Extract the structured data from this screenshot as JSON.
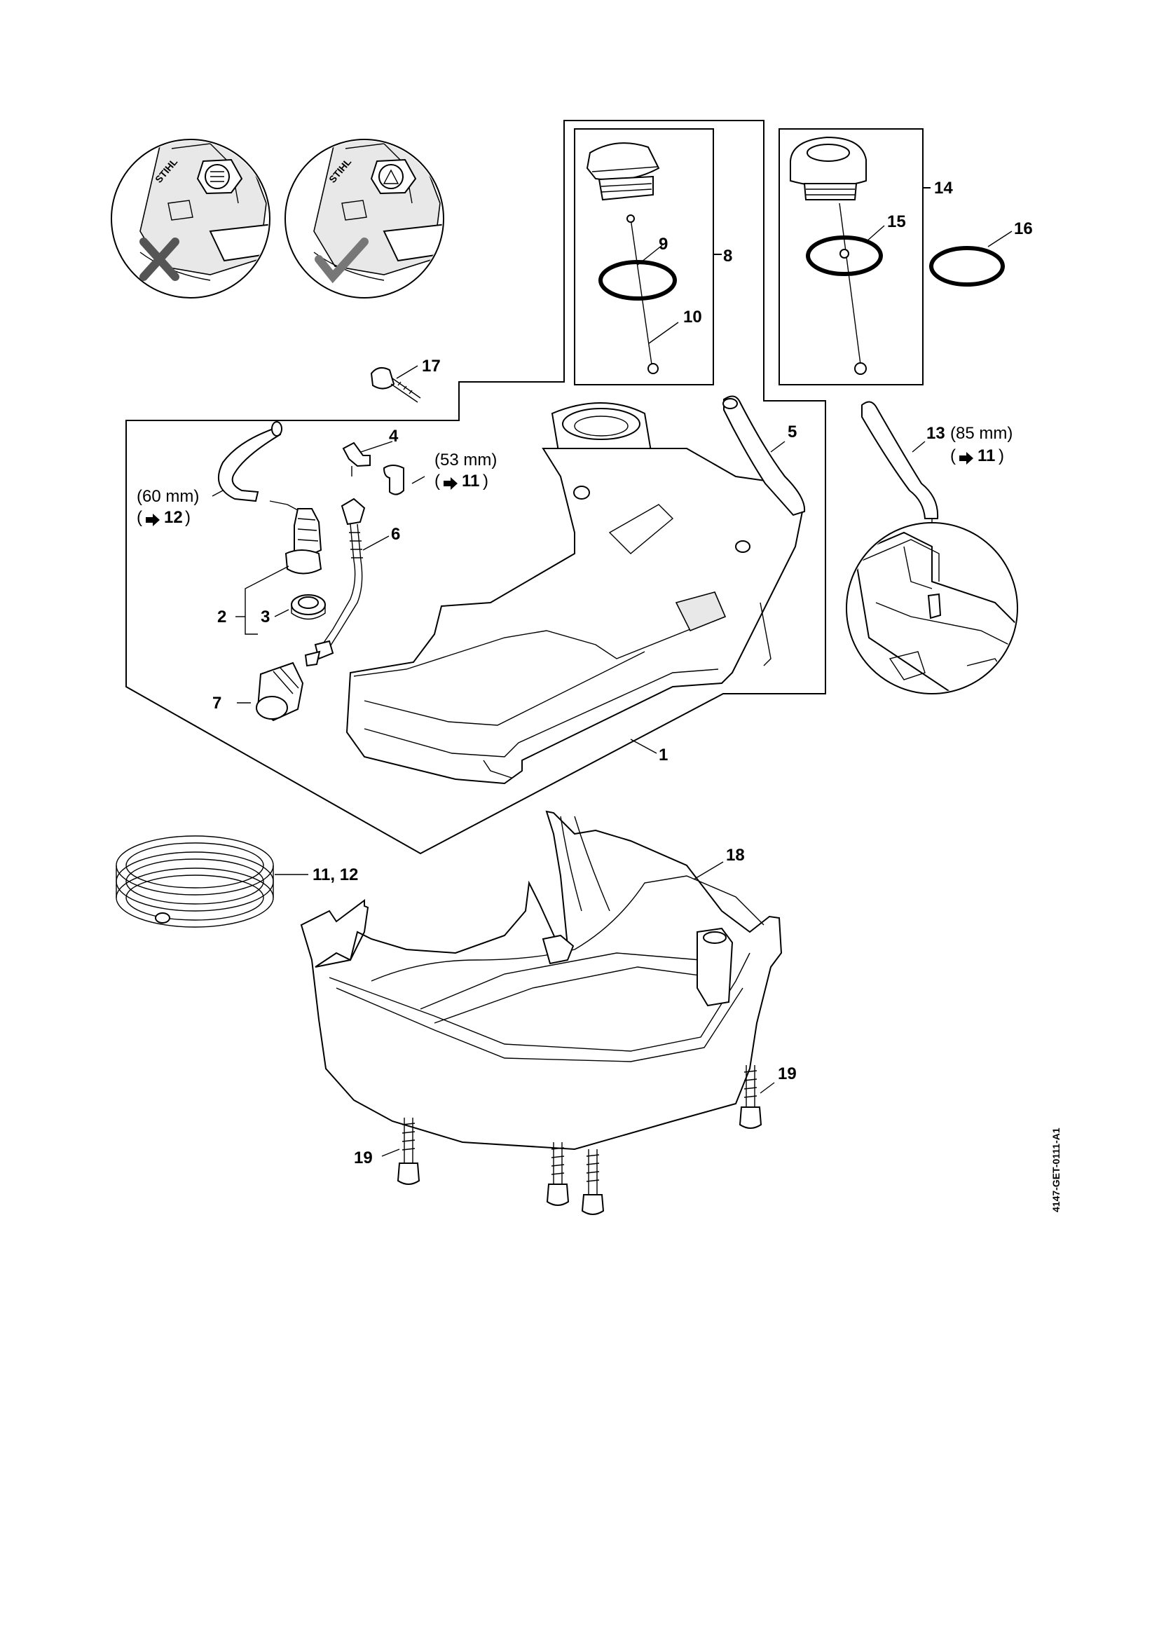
{
  "callouts": {
    "c1": "1",
    "c2": "2",
    "c3": "3",
    "c4": "4",
    "c5": "5",
    "c6": "6",
    "c7": "7",
    "c8": "8",
    "c9": "9",
    "c10": "10",
    "c11_12": "11, 12",
    "c13": "13",
    "c14": "14",
    "c15": "15",
    "c16": "16",
    "c17": "17",
    "c18": "18",
    "c19a": "19",
    "c19b": "19"
  },
  "dimensions": {
    "hose_60": "(60 mm)",
    "hose_60_ref": "12",
    "hose_53": "(53 mm)",
    "hose_53_ref": "11",
    "hose_85": "(85 mm)",
    "hose_85_ref": "11"
  },
  "brand_mark": "STIHL",
  "drawing_id": "4147-GET-0111-A1"
}
